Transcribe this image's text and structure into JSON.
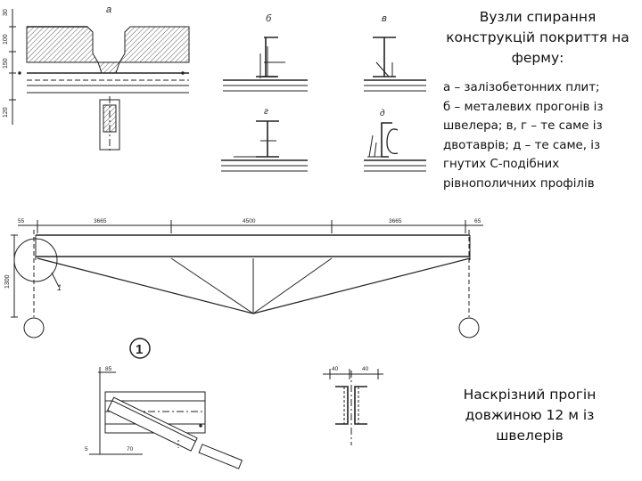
{
  "title": {
    "line1": "Вузли спирання",
    "line2": "конструкцій покриття на",
    "line3": "ферму:"
  },
  "caption": {
    "lines": [
      "а – залізобетонних плит;",
      "б – металевих прогонів із",
      "швелера; в, г – те саме із",
      "двотаврів; д – те саме, із",
      "гнутих С-подібних",
      "рівнополичних профілів"
    ]
  },
  "detail_letters": {
    "a": "а",
    "b": "б",
    "v": "в",
    "g": "г",
    "d": "д"
  },
  "slab_dims": {
    "top": "30",
    "d1": "100",
    "d2": "150",
    "d3": "120"
  },
  "truss_dims": {
    "left_end": "55",
    "span1": "3665",
    "span2": "4500",
    "span3": "3665",
    "right_end": "65",
    "height": "1300"
  },
  "callout": {
    "label": "1",
    "leader": "1"
  },
  "node_dims": {
    "top": "85",
    "bottom_left": "5",
    "bottom_right": "70"
  },
  "section_dims": {
    "left": "40",
    "right": "40"
  },
  "subtitle": {
    "line1": "Наскрізний прогін",
    "line2": "довжиною 12 м із",
    "line3": "швелерів"
  }
}
